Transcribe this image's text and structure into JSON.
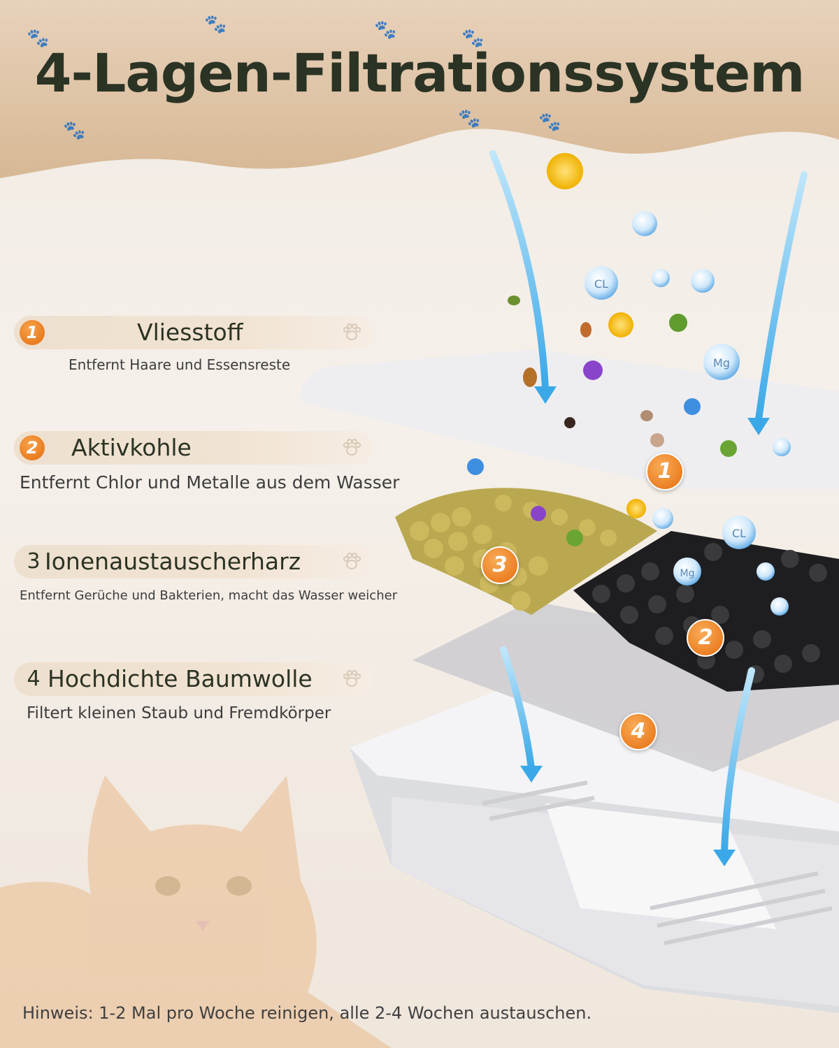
{
  "title": "4-Lagen-Filtrationssystem",
  "layers": [
    {
      "number": "1",
      "name": "Vliesstoff",
      "description": "Entfernt Haare und Essensreste"
    },
    {
      "number": "2",
      "name": "Aktivkohle",
      "description": "Entfernt Chlor und Metalle aus dem Wasser"
    },
    {
      "number": "3",
      "name": "Ionenaustauscherharz",
      "description": "Entfernt Gerüche und Bakterien, macht das Wasser weicher"
    },
    {
      "number": "4",
      "name": "Hochdichte Baumwolle",
      "description": "Filtert kleinen Staub und Fremdkörper"
    }
  ],
  "markers": [
    "1",
    "2",
    "3",
    "4"
  ],
  "particles": {
    "chlorine": "CL",
    "magnesium": "Mg"
  },
  "note": "Hinweis: 1-2 Mal pro Woche reinigen, alle 2-4 Wochen austauschen.",
  "colors": {
    "accent": "#e8740f",
    "text": "#2b3324",
    "header": "#dcc1a4",
    "water": "#4ab4ec"
  }
}
